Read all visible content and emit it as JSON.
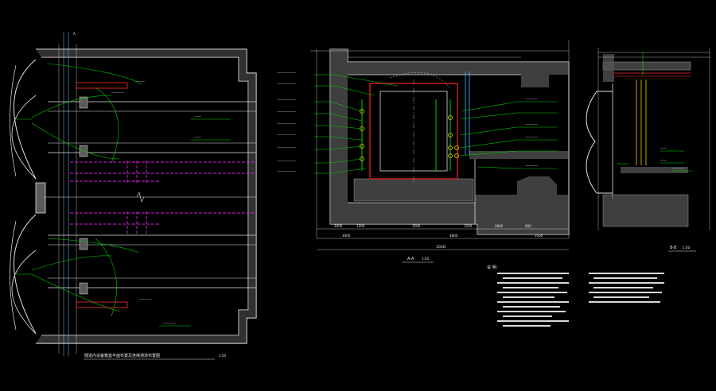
{
  "colors": {
    "background": "#000000",
    "structure": "#e0e0e0",
    "concrete_hatch": "#9a9a9a",
    "leader": "#00d000",
    "cable": "#ff3030",
    "reinforcement": "#d02020",
    "magenta_dashed": "#e020e0",
    "cyan_axis": "#40c0ff",
    "yellow_marks": "#f0d000"
  },
  "plan_view": {
    "title": "隧道内设备箱室平面布置及连接通道布置图",
    "scale": "1:50",
    "section_mark": "A"
  },
  "section_aa": {
    "title": "A-A",
    "scale": "1:50",
    "overall_dim": "12645",
    "bottom_dims": [
      "3000",
      "1200",
      "1500",
      "4800",
      "3100",
      "1200",
      "2800",
      "900"
    ]
  },
  "section_bb": {
    "title": "B-B",
    "scale": "1:50"
  },
  "notes": {
    "heading": "说 明："
  }
}
